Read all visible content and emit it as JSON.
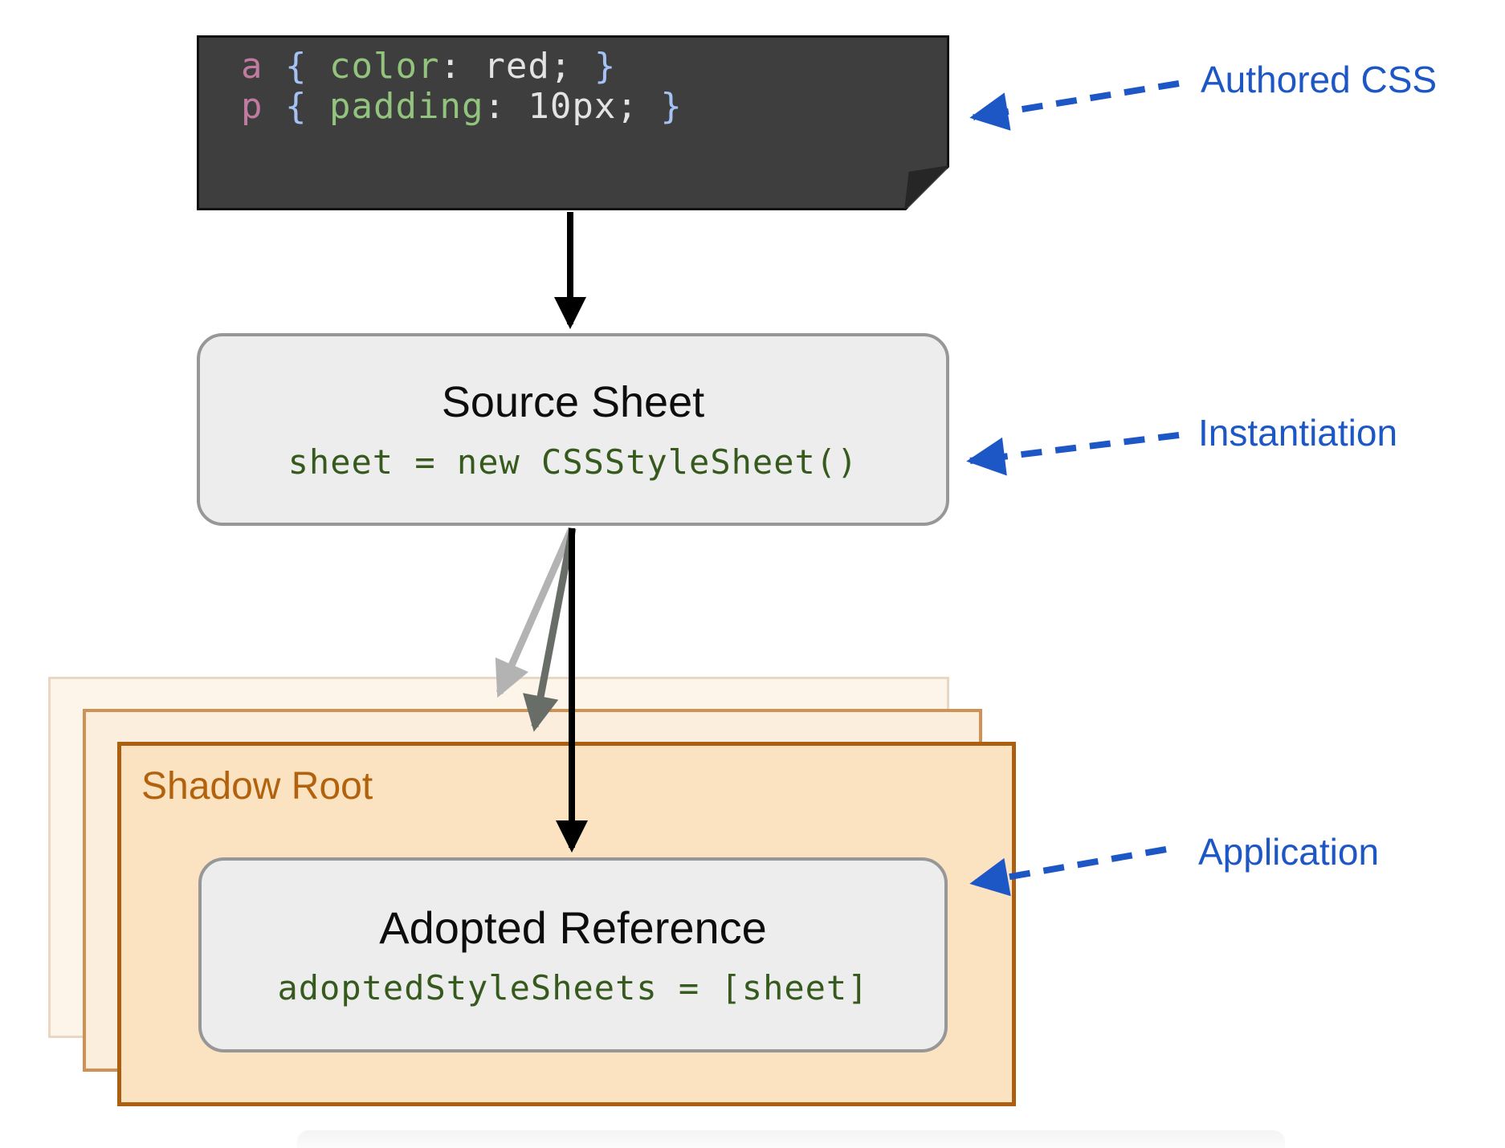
{
  "authored_css": {
    "lines": [
      [
        {
          "t": "a",
          "c": "sel"
        },
        {
          "t": " ",
          "c": "plain"
        },
        {
          "t": "{",
          "c": "brace"
        },
        {
          "t": " ",
          "c": "plain"
        },
        {
          "t": "color",
          "c": "prop"
        },
        {
          "t": ": red; ",
          "c": "plain"
        },
        {
          "t": "}",
          "c": "brace"
        }
      ],
      [
        {
          "t": "p",
          "c": "sel"
        },
        {
          "t": " ",
          "c": "plain"
        },
        {
          "t": "{",
          "c": "brace"
        },
        {
          "t": " ",
          "c": "plain"
        },
        {
          "t": "padding",
          "c": "prop"
        },
        {
          "t": ": 10px; ",
          "c": "plain"
        },
        {
          "t": "}",
          "c": "brace"
        }
      ]
    ]
  },
  "source_sheet": {
    "title": "Source Sheet",
    "code": "sheet = new CSSStyleSheet()"
  },
  "shadow_root": {
    "label": "Shadow Root"
  },
  "adopted_reference": {
    "title": "Adopted Reference",
    "code": "adoptedStyleSheets = [sheet]"
  },
  "annotations": {
    "authored": "Authored CSS",
    "instantiation": "Instantiation",
    "application": "Application"
  },
  "colors": {
    "accent-blue": "#1d56c5",
    "orange-border": "#ad5f11",
    "orange-text": "#b2610c",
    "code-green": "#365a1d",
    "note-bg": "#3e3e3e",
    "token-selector": "#c27ba0",
    "token-brace": "#a4c2f4",
    "token-property": "#93c47d",
    "token-plain": "#e3e3e3"
  }
}
